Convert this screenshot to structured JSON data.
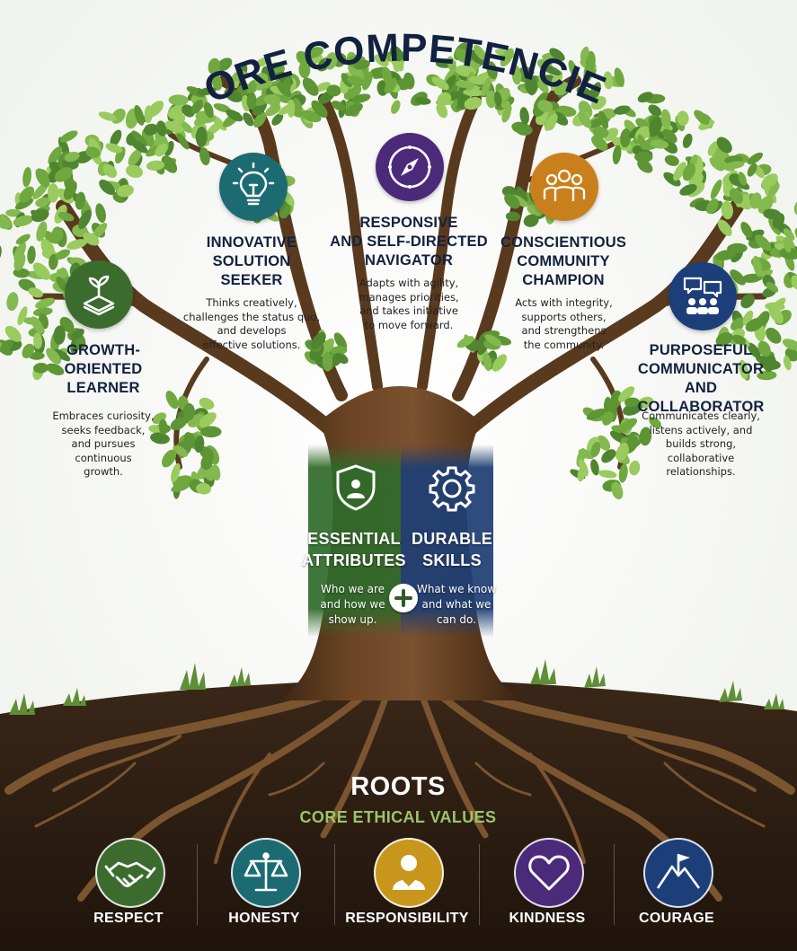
{
  "title": "CORE COMPETENCIES",
  "competencies": [
    {
      "title": "GROWTH-\nORIENTED\nLEARNER",
      "description": "Embraces curiosity,\nseeks feedback,\nand pursues\ncontinuous\ngrowth.",
      "icon": "seedling-book-icon",
      "color": "#3c6b2e"
    },
    {
      "title": "INNOVATIVE\nSOLUTION\nSEEKER",
      "description": "Thinks creatively,\nchallenges the status quo,\nand develops\neffective solutions.",
      "icon": "lightbulb-icon",
      "color": "#1d6b72"
    },
    {
      "title": "RESPONSIVE\nAND SELF-DIRECTED\nNAVIGATOR",
      "description": "Adapts with agility,\nmanages priorities,\nand takes initiative\nto move forward.",
      "icon": "compass-icon",
      "color": "#4c2a7a"
    },
    {
      "title": "CONSCIENTIOUS\nCOMMUNITY\nCHAMPION",
      "description": "Acts with integrity,\nsupports others,\nand strengthens\nthe community.",
      "icon": "people-group-icon",
      "color": "#c9801c"
    },
    {
      "title": "PURPOSEFUL\nCOMMUNICATOR\nAND COLLABORATOR",
      "description": "Communicates clearly,\nlistens actively, and\nbuilds strong,\ncollaborative\nrelationships.",
      "icon": "speech-bubbles-people-icon",
      "color": "#1c3f7a"
    }
  ],
  "trunk": {
    "left": {
      "title": "ESSENTIAL\nATTRIBUTES",
      "description": "Who we are\nand how we\nshow up.",
      "icon": "shield-person-icon",
      "color": "#2f6a2a"
    },
    "right": {
      "title": "DURABLE\nSKILLS",
      "description": "What we know\nand what we\ncan do.",
      "icon": "gear-icon",
      "color": "#1f3f74"
    },
    "connector_icon": "plus-icon"
  },
  "roots": {
    "title": "ROOTS",
    "subtitle": "CORE ETHICAL VALUES",
    "values": [
      {
        "label": "RESPECT",
        "icon": "handshake-icon",
        "color": "#3c6b2e"
      },
      {
        "label": "HONESTY",
        "icon": "scales-icon",
        "color": "#1d6b72"
      },
      {
        "label": "RESPONSIBILITY",
        "icon": "person-heart-icon",
        "color": "#c9961c"
      },
      {
        "label": "KINDNESS",
        "icon": "heart-icon",
        "color": "#4c2a7a"
      },
      {
        "label": "COURAGE",
        "icon": "mountain-flag-icon",
        "color": "#1c3f7a"
      }
    ]
  }
}
